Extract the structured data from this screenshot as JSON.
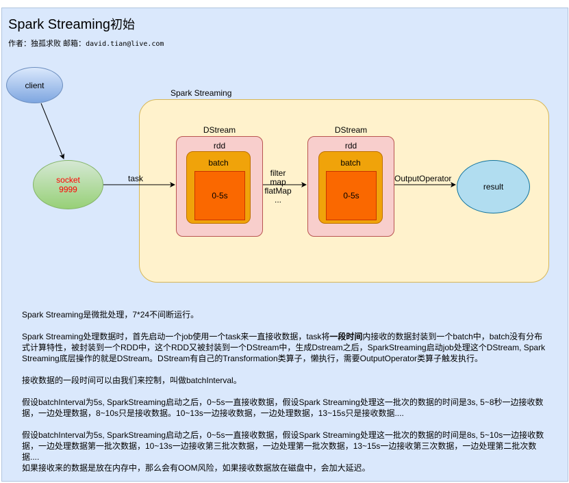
{
  "title": {
    "en": "Spark Streaming",
    "cn": "初始"
  },
  "author_line": {
    "author_prefix": "作者：独孤求败  邮箱：",
    "email": "david.tian@live.com"
  },
  "diagram": {
    "client": "client",
    "socket": [
      "socket",
      "9999"
    ],
    "spark_label": "Spark Streaming",
    "dstream1": {
      "label": "DStream",
      "rdd": "rdd",
      "batch": "batch",
      "range": "0-5s"
    },
    "dstream2": {
      "label": "DStream",
      "rdd": "rdd",
      "batch": "batch",
      "range": "0-5s"
    },
    "task_label": "task",
    "ops": [
      "filter",
      "map",
      "flatMap",
      "..."
    ],
    "output_label": "OutputOperator",
    "result": "result"
  },
  "description": {
    "p1": "Spark Streaming是微批处理，7*24不间断运行。",
    "p2_before": "Spark Streaming处理数据时，首先启动一个job使用一个task来一直接收数据，task将",
    "p2_bold": "一段时间",
    "p2_after": "内接收的数据封装到一个batch中，batch没有分布式计算特性，被封装到一个RDD中，这个RDD又被封装到一个DStream中，生成Dstream之后，SparkStreaming启动job处理这个DStream, Spark Streaming底层操作的就是DStream。DStream有自己的Transformation类算子，懒执行，需要OutputOperator类算子触发执行。",
    "p3": "接收数据的一段时间可以由我们来控制，叫做batchInterval。",
    "p4": "假设batchInterval为5s, SparkStreaming启动之后，0~5s一直接收数据，假设Spark Streaming处理这一批次的数据的时间是3s, 5~8秒一边接收数据，一边处理数据，8~10s只是接收数据。10~13s一边接收数据，一边处理数据，13~15s只是接收数据....",
    "p5": "假设batchInterval为5s, SparkStreaming启动之后，0~5s一直接收数据，假设Spark Streaming处理这一批次的数据的时间是8s, 5~10s一边接收数据，一边处理数据第一批次数据，10~13s一边接收第三批次数据，一边处理第一批次数据，13~15s一边接收第三次数据，一边处理第二批次数据....",
    "p6": "如果接收来的数据是放在内存中，那么会有OOM风险，如果接收数据放在磁盘中，会加大延迟。"
  }
}
